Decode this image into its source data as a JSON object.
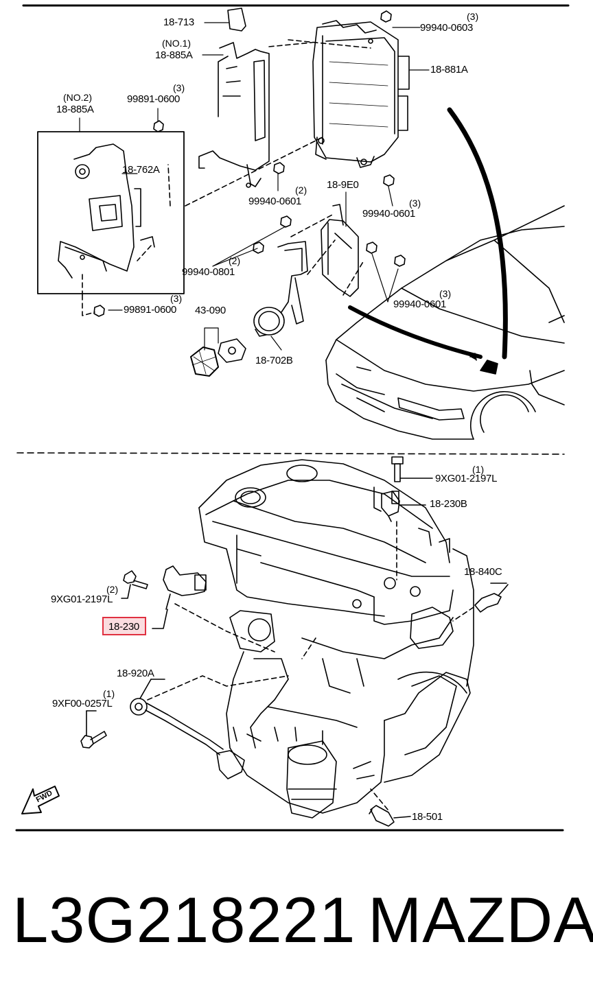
{
  "labels": {
    "p18_713": "18-713",
    "no1": "(NO.1)",
    "p18_885a_1": "18-885A",
    "qty_0603": "(3)",
    "p99940_0603": "99940-0603",
    "p18_881a": "18-881A",
    "no2": "(NO.2)",
    "p18_885a_2": "18-885A",
    "qty_0600": "(3)",
    "p99891_0600_a": "99891-0600",
    "p18_762a": "18-762A",
    "qty_0601_a": "(2)",
    "p99940_0601_a": "99940-0601",
    "p18_9e0": "18-9E0",
    "qty_0601_b": "(3)",
    "p99940_0601_b": "99940-0601",
    "qty_0801": "(2)",
    "p99940_0801": "99940-0801",
    "qty_0601_c": "(3)",
    "p99940_0601_c": "99940-0601",
    "qty_0600_b": "(3)",
    "p99891_0600_b": "99891-0600",
    "p43_090": "43-090",
    "p18_702b": "18-702B",
    "qty_2197_a": "(1)",
    "p9xg01_2197_a": "9XG01-2197L",
    "p18_230b": "18-230B",
    "qty_2197_b": "(2)",
    "p9xg01_2197_b": "9XG01-2197L",
    "p18_840c": "18-840C",
    "p18_230": "18-230",
    "p18_920a": "18-920A",
    "qty_0257": "(1)",
    "p9xf00_0257": "9XF00-0257L",
    "p18_501": "18-501",
    "fwd": "FWD"
  },
  "highlight_color": "#e03040",
  "footer": {
    "part_number": "L3G218221",
    "brand": "MAZDA"
  }
}
